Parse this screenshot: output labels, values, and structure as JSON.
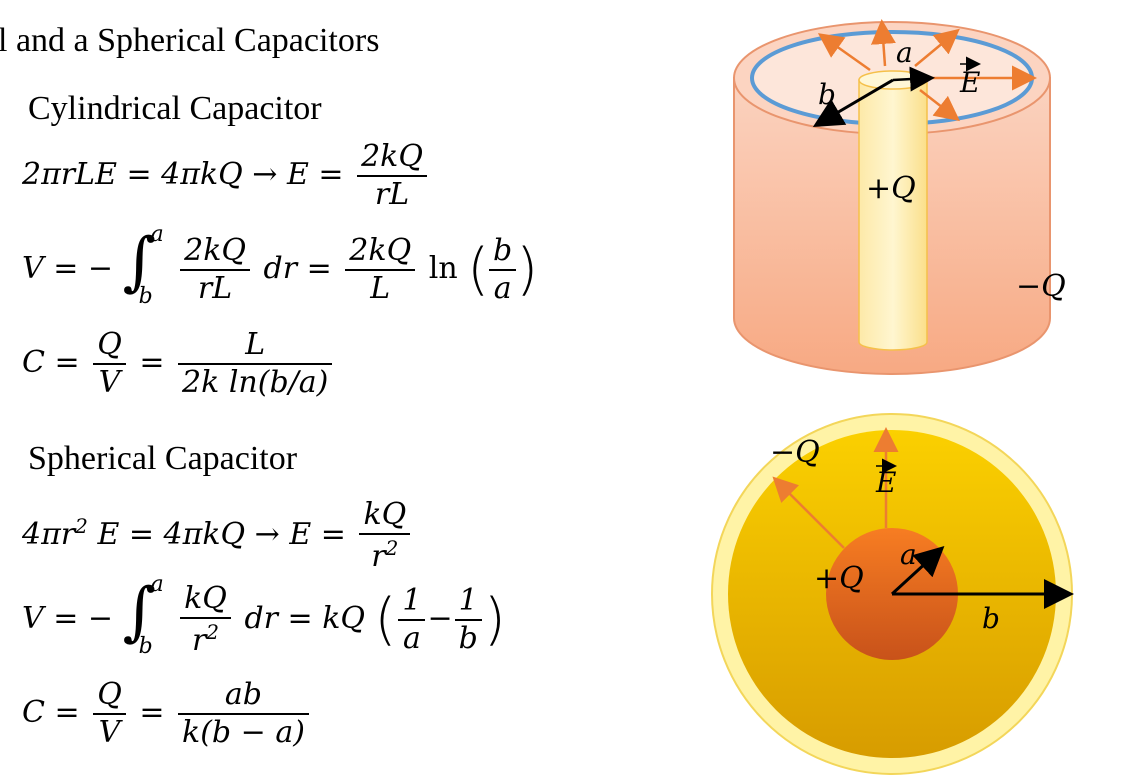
{
  "title": "l and a Spherical Capacitors",
  "cylindrical": {
    "heading": "Cylindrical Capacitor",
    "eq1_lhs": "2πrLE = 4πkQ → E =",
    "eq1_num": "2kQ",
    "eq1_den": "rL",
    "eq2_lhs": "V = −",
    "eq2_upper": "a",
    "eq2_lower": "b",
    "eq2_num": "2kQ",
    "eq2_den": "rL",
    "eq2_dr": "dr =",
    "eq2_num2": "2kQ",
    "eq2_den2": "L",
    "eq2_ln": "ln",
    "eq2_pnum": "b",
    "eq2_pden": "a",
    "eq3_lhs": "C =",
    "eq3_num": "Q",
    "eq3_den": "V",
    "eq3_eq": "=",
    "eq3_num2": "L",
    "eq3_den2": "2k ln(b/a)"
  },
  "spherical": {
    "heading": "Spherical Capacitor",
    "eq1_lhs_a": "4πr",
    "eq1_sup": "2",
    "eq1_lhs_b": "E = 4πkQ → E =",
    "eq1_num": "kQ",
    "eq1_den": "r",
    "eq1_den_sup": "2",
    "eq2_lhs": "V = −",
    "eq2_upper": "a",
    "eq2_lower": "b",
    "eq2_num": "kQ",
    "eq2_den": "r",
    "eq2_den_sup": "2",
    "eq2_dr": "dr = kQ",
    "eq2_f1_num": "1",
    "eq2_f1_den": "a",
    "eq2_minus": "−",
    "eq2_f2_num": "1",
    "eq2_f2_den": "b",
    "eq3_lhs": "C =",
    "eq3_num": "Q",
    "eq3_den": "V",
    "eq3_eq": "=",
    "eq3_num2": "ab",
    "eq3_den2": "k(b − a)"
  },
  "cylinder_diagram": {
    "label_a": "a",
    "label_b": "b",
    "label_E": "E",
    "label_plus_q": "+Q",
    "label_minus_q": "−Q",
    "colors": {
      "outer_fill": "#f9b99a",
      "outer_rim": "#e9956e",
      "inner_ellipse": "#5b9bd5",
      "inner_rod": "#fde7a4",
      "field_arrow": "#ed7d31"
    }
  },
  "sphere_diagram": {
    "label_minus_q": "−Q",
    "label_E": "E",
    "label_plus_q": "+Q",
    "label_a": "a",
    "label_b": "b",
    "colors": {
      "outer_shell": "#fff3a6",
      "shell_body": "#f5c000",
      "inner_sphere": "#e8651e",
      "field_arrow": "#ed7d31"
    }
  }
}
